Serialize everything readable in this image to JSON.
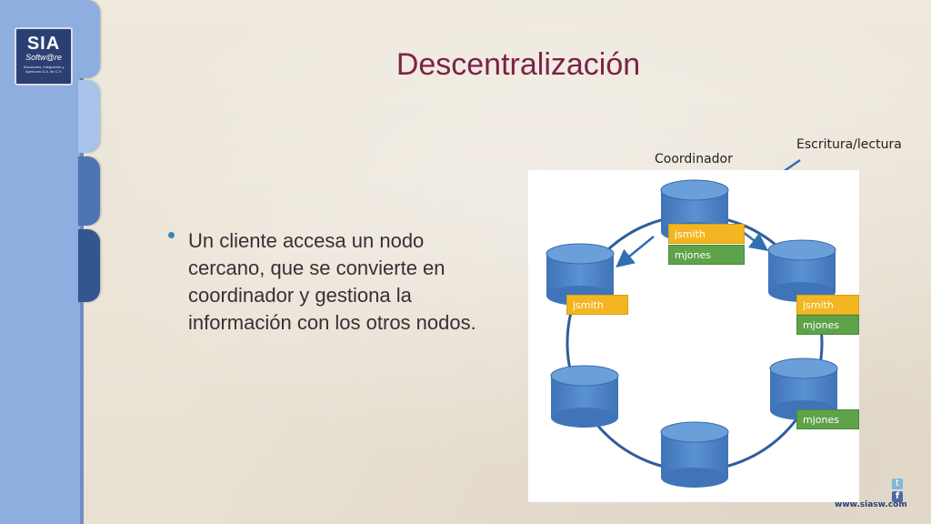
{
  "slide": {
    "title": "Descentralización",
    "bullet": "Un cliente accesa un nodo cercano, que se convierte en coordinador y gestiona la información con los otros nodos."
  },
  "logo": {
    "main": "SIA",
    "sub": "Softw@re",
    "tagline": "Soluciones, Integración y Aperturas S.A. de C.V."
  },
  "diagram": {
    "labels": {
      "coordinator": "Coordinador",
      "read_write": "Escritura/lectura"
    },
    "tags": {
      "coordinator_user1": "jsmith",
      "coordinator_user2": "mjones",
      "left_user1": "jsmith",
      "right_user1": "jsmith",
      "right_user2": "mjones",
      "lower_right_user2": "mjones"
    },
    "colors": {
      "node": "#4a82c3",
      "ring": "#2f5d9a",
      "tag_user1": "#f3b622",
      "tag_user2": "#5ea24a"
    }
  },
  "footer": {
    "url": "www.siasw.com",
    "icons": [
      "twitter-icon",
      "facebook-icon"
    ]
  }
}
